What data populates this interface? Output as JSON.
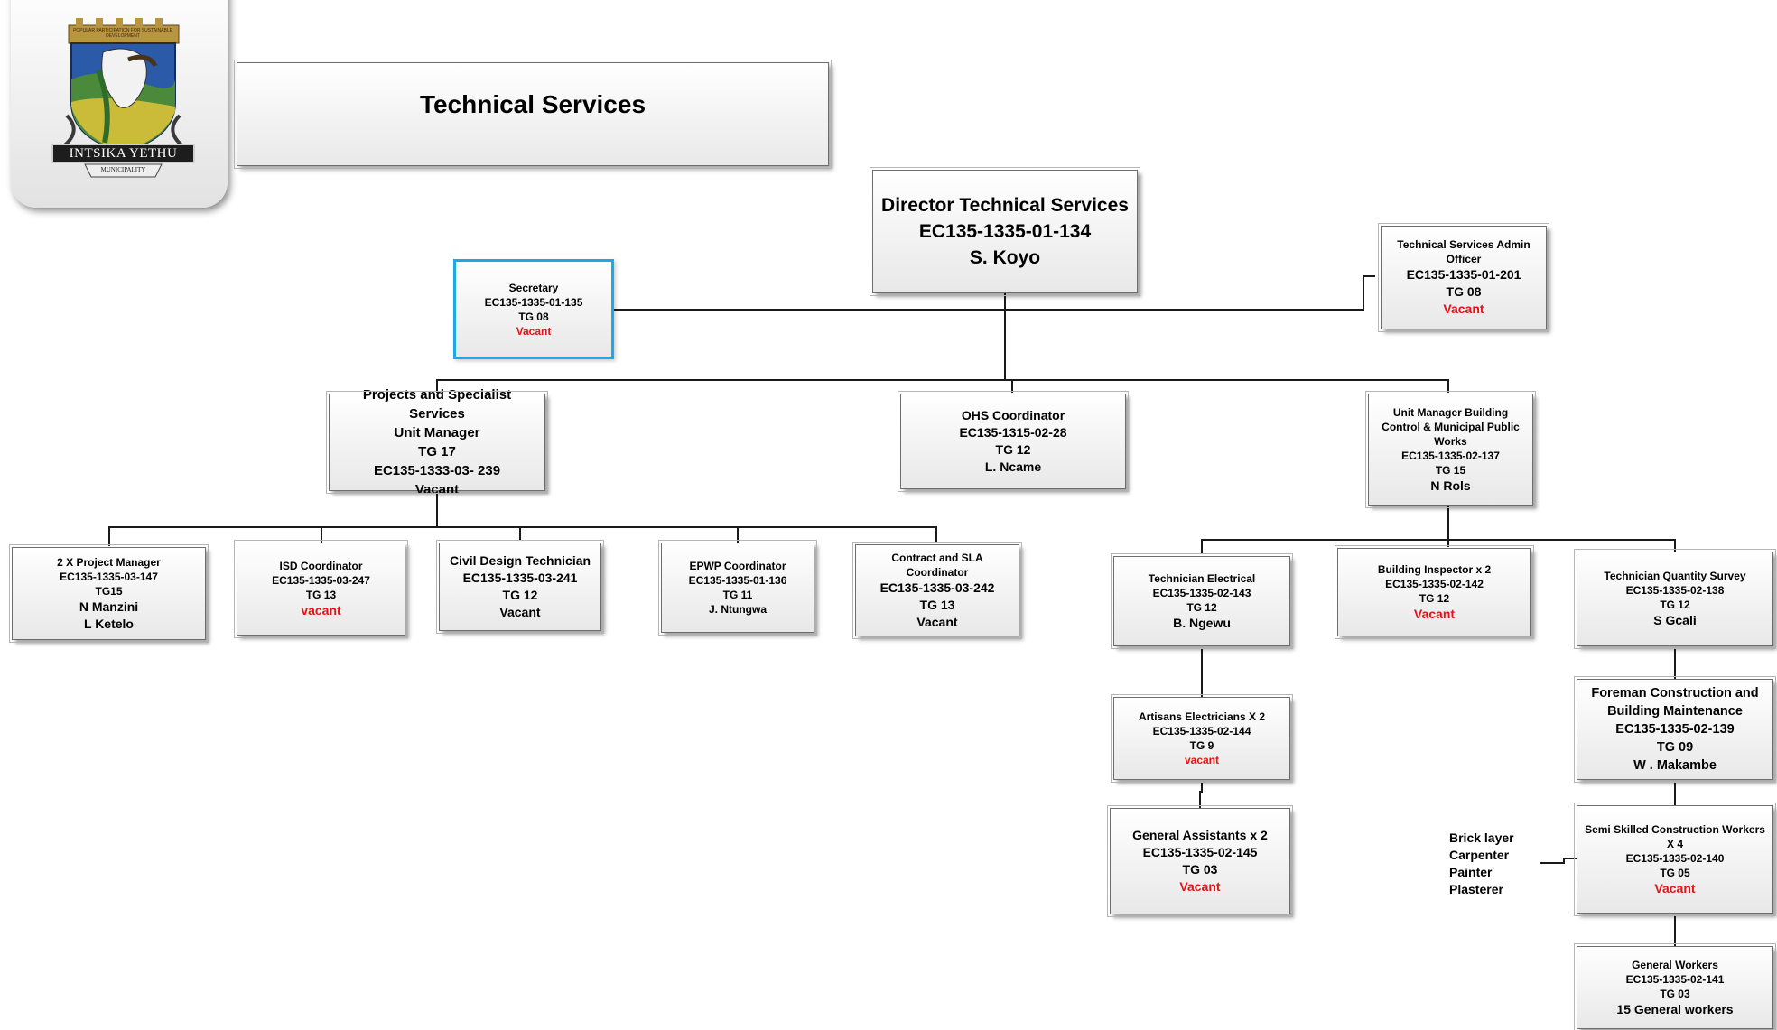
{
  "page": {
    "title": "Technical Services"
  },
  "logo": {
    "arc_text": "POPULAR PARTICIPATION FOR SUSTAINABLE DEVELOPMENT",
    "banner_text": "INTSIKA YETHU",
    "sub_text": "MUNICIPALITY"
  },
  "director": {
    "title": "Director Technical Services",
    "code": "EC135-1335-01-134",
    "name": "S. Koyo"
  },
  "secretary": {
    "title": "Secretary",
    "code": "EC135-1335-01-135",
    "grade": "TG 08",
    "status": "Vacant"
  },
  "admin_officer": {
    "title": "Technical Services Admin Officer",
    "code": "EC135-1335-01-201",
    "grade": "TG 08",
    "status": "Vacant"
  },
  "projects_um": {
    "line1": "Projects and Specialist Services",
    "line2": "Unit Manager",
    "grade": "TG 17",
    "code": "EC135-1333-03- 239",
    "status": "Vacant"
  },
  "ohs": {
    "title": "OHS Coordinator",
    "code": "EC135-1315-02-28",
    "grade": "TG 12",
    "name": "L. Ncame"
  },
  "building_um": {
    "title": "Unit Manager Building Control & Municipal Public Works",
    "code": "EC135-1335-02-137",
    "grade": "TG 15",
    "name": "N Rols"
  },
  "project_manager": {
    "title": "2 X Project Manager",
    "code": "EC135-1335-03-147",
    "grade": "TG15",
    "name1": "N Manzini",
    "name2": "L Ketelo"
  },
  "isd": {
    "title": "ISD Coordinator",
    "code": "EC135-1335-03-247",
    "grade": "TG 13",
    "status": "vacant"
  },
  "civil": {
    "title": "Civil Design Technician",
    "code": "EC135-1335-03-241",
    "grade": "TG 12",
    "status": "Vacant"
  },
  "epwp": {
    "title": "EPWP Coordinator",
    "code": "EC135-1335-01-136",
    "grade": "TG 11",
    "name": "J. Ntungwa"
  },
  "contract": {
    "title": "Contract and SLA Coordinator",
    "code": "EC135-1335-03-242",
    "grade": "TG 13",
    "status": "Vacant"
  },
  "tech_elec": {
    "title": "Technician Electrical",
    "code": "EC135-1335-02-143",
    "grade": "TG 12",
    "name": "B. Ngewu"
  },
  "bldg_insp": {
    "title": "Building Inspector x 2",
    "code": "EC135-1335-02-142",
    "grade": "TG 12",
    "status": "Vacant"
  },
  "tech_qs": {
    "title": "Technician Quantity Survey",
    "code": "EC135-1335-02-138",
    "grade": "TG 12",
    "name": "S Gcali"
  },
  "artisans": {
    "title": "Artisans Electricians X 2",
    "code": "EC135-1335-02-144",
    "grade": "TG 9",
    "status": "vacant"
  },
  "foreman": {
    "line1": "Foreman Construction and",
    "line2": "Building Maintenance",
    "code": "EC135-1335-02-139",
    "grade": "TG 09",
    "name": "W . Makambe"
  },
  "general_assistants": {
    "title": "General Assistants x 2",
    "code": "EC135-1335-02-145",
    "grade": "TG 03",
    "status": "Vacant"
  },
  "semi_skilled": {
    "line1": "Semi Skilled Construction Workers",
    "line2": "X 4",
    "code": "EC135-1335-02-140",
    "grade": "TG 05",
    "status": "Vacant"
  },
  "general_workers": {
    "title": "General Workers",
    "code": "EC135-1335-02-141",
    "grade": "TG 03",
    "name": "15 General workers"
  },
  "trades": [
    "Brick layer",
    "Carpenter",
    "Painter",
    "Plasterer"
  ],
  "colors": {
    "vacant": "#e11515",
    "highlight_border": "#1fa9e4",
    "line": "#1a1a1a"
  }
}
